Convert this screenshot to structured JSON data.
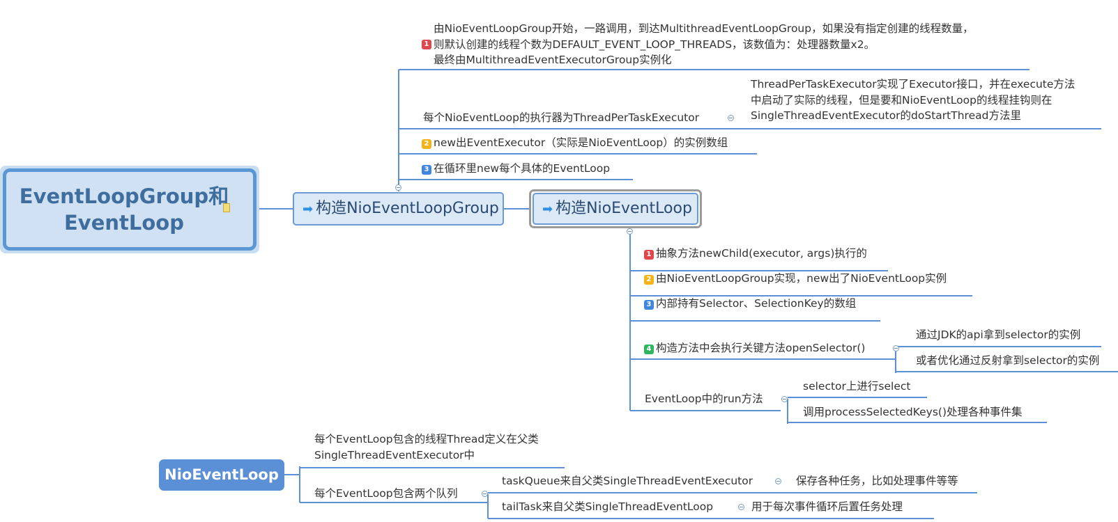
{
  "root": {
    "line1": "EventLoopGroup和",
    "line2": "EventLoop"
  },
  "group_topic": {
    "label": "构造NioEventLoopGroup"
  },
  "loop_topic": {
    "label": "构造NioEventLoop"
  },
  "group_children": {
    "step1": "由NioEventLoopGroup开始，一路调用，到达MultithreadEventLoopGroup，如果没有指定创建的线程数量，\n则默认创建的线程个数为DEFAULT_EVENT_LOOP_THREADS，该数值为：处理器数量x2。\n最终由MultithreadEventExecutorGroup实例化",
    "executor": "每个NioEventLoop的执行器为ThreadPerTaskExecutor",
    "executor_detail": "ThreadPerTaskExecutor实现了Executor接口，并在execute方法\n中启动了实际的线程，但是要和NioEventLoop的线程挂钩则在\nSingleThreadEventExecutor的doStartThread方法里",
    "step2": "new出EventExecutor（实际是NioEventLoop）的实例数组",
    "step3": "在循环里new每个具体的EventLoop"
  },
  "loop_children": {
    "step1": "抽象方法newChild(executor, args)执行的",
    "step2": "由NioEventLoopGroup实现，new出了NioEventLoop实例",
    "step3": "内部持有Selector、SelectionKey的数组",
    "step4": "构造方法中会执行关键方法openSelector()",
    "step4_a": "通过JDK的api拿到selector的实例",
    "step4_b": "或者优化通过反射拿到selector的实例",
    "run": "EventLoop中的run方法",
    "run_a": "selector上进行select",
    "run_b": "调用processSelectedKeys()处理各种事件集"
  },
  "nio_topic": {
    "label": "NioEventLoop",
    "thread_def": "每个EventLoop包含的线程Thread定义在父类\nSingleThreadEventExecutor中",
    "queues": "每个EventLoop包含两个队列",
    "task_queue": "taskQueue来自父类SingleThreadEventExecutor",
    "task_queue_desc": "保存各种任务，比如处理事件等等",
    "tail_task": "tailTask来自父类SingleThreadEventLoop",
    "tail_task_desc": "用于每次事件循环后置任务处理"
  },
  "markers": [
    "1",
    "2",
    "3",
    "4"
  ],
  "colors": {
    "connector": "#5b8fd6",
    "marker_red": "#e0474c",
    "marker_orange": "#f5b318",
    "marker_blue": "#3f86e0",
    "marker_green": "#2fb55d",
    "root_fill": "#cfe1f2",
    "root_border": "#5b97d4",
    "root_text": "#3f6e9e",
    "nio_fill": "#5b8fd6"
  }
}
